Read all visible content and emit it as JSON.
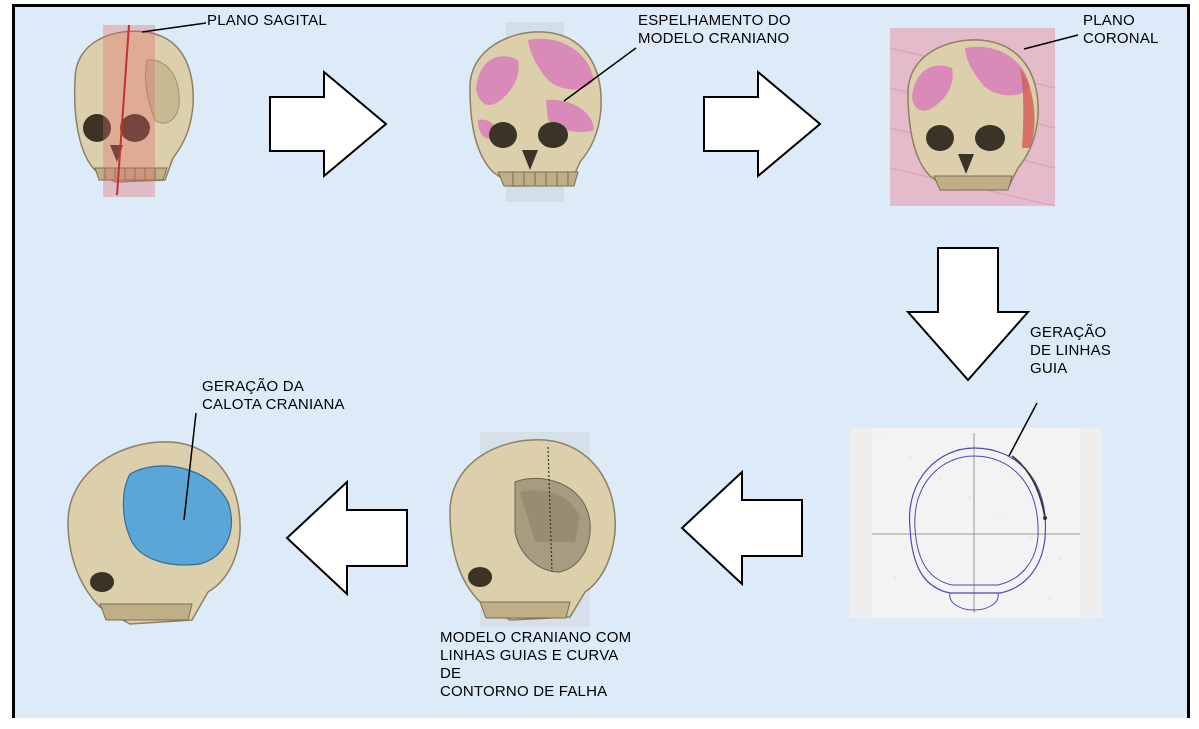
{
  "labels": {
    "sagittal_plane": "PLANO SAGITAL",
    "mirroring": "ESPELHAMENTO DO\nMODELO CRANIANO",
    "coronal_plane": "PLANO\nCORONAL",
    "guide_lines": "GERAÇÃO\nDE LINHAS\nGUIA",
    "skull_cap": "GERAÇÃO DA\nCALOTA CRANIANA",
    "model_with_lines": "MODELO CRANIANO COM\nLINHAS GUIAS E CURVA\nDE\nCONTORNO DE FALHA"
  },
  "colors": {
    "background": "#ddeaf7",
    "bone": "#dccfac",
    "mirror_overlay": "#d98ab8",
    "plane_red": "#e36a6a",
    "cap_blue": "#5aa6d6",
    "guide_line": "#4a4ab8"
  }
}
